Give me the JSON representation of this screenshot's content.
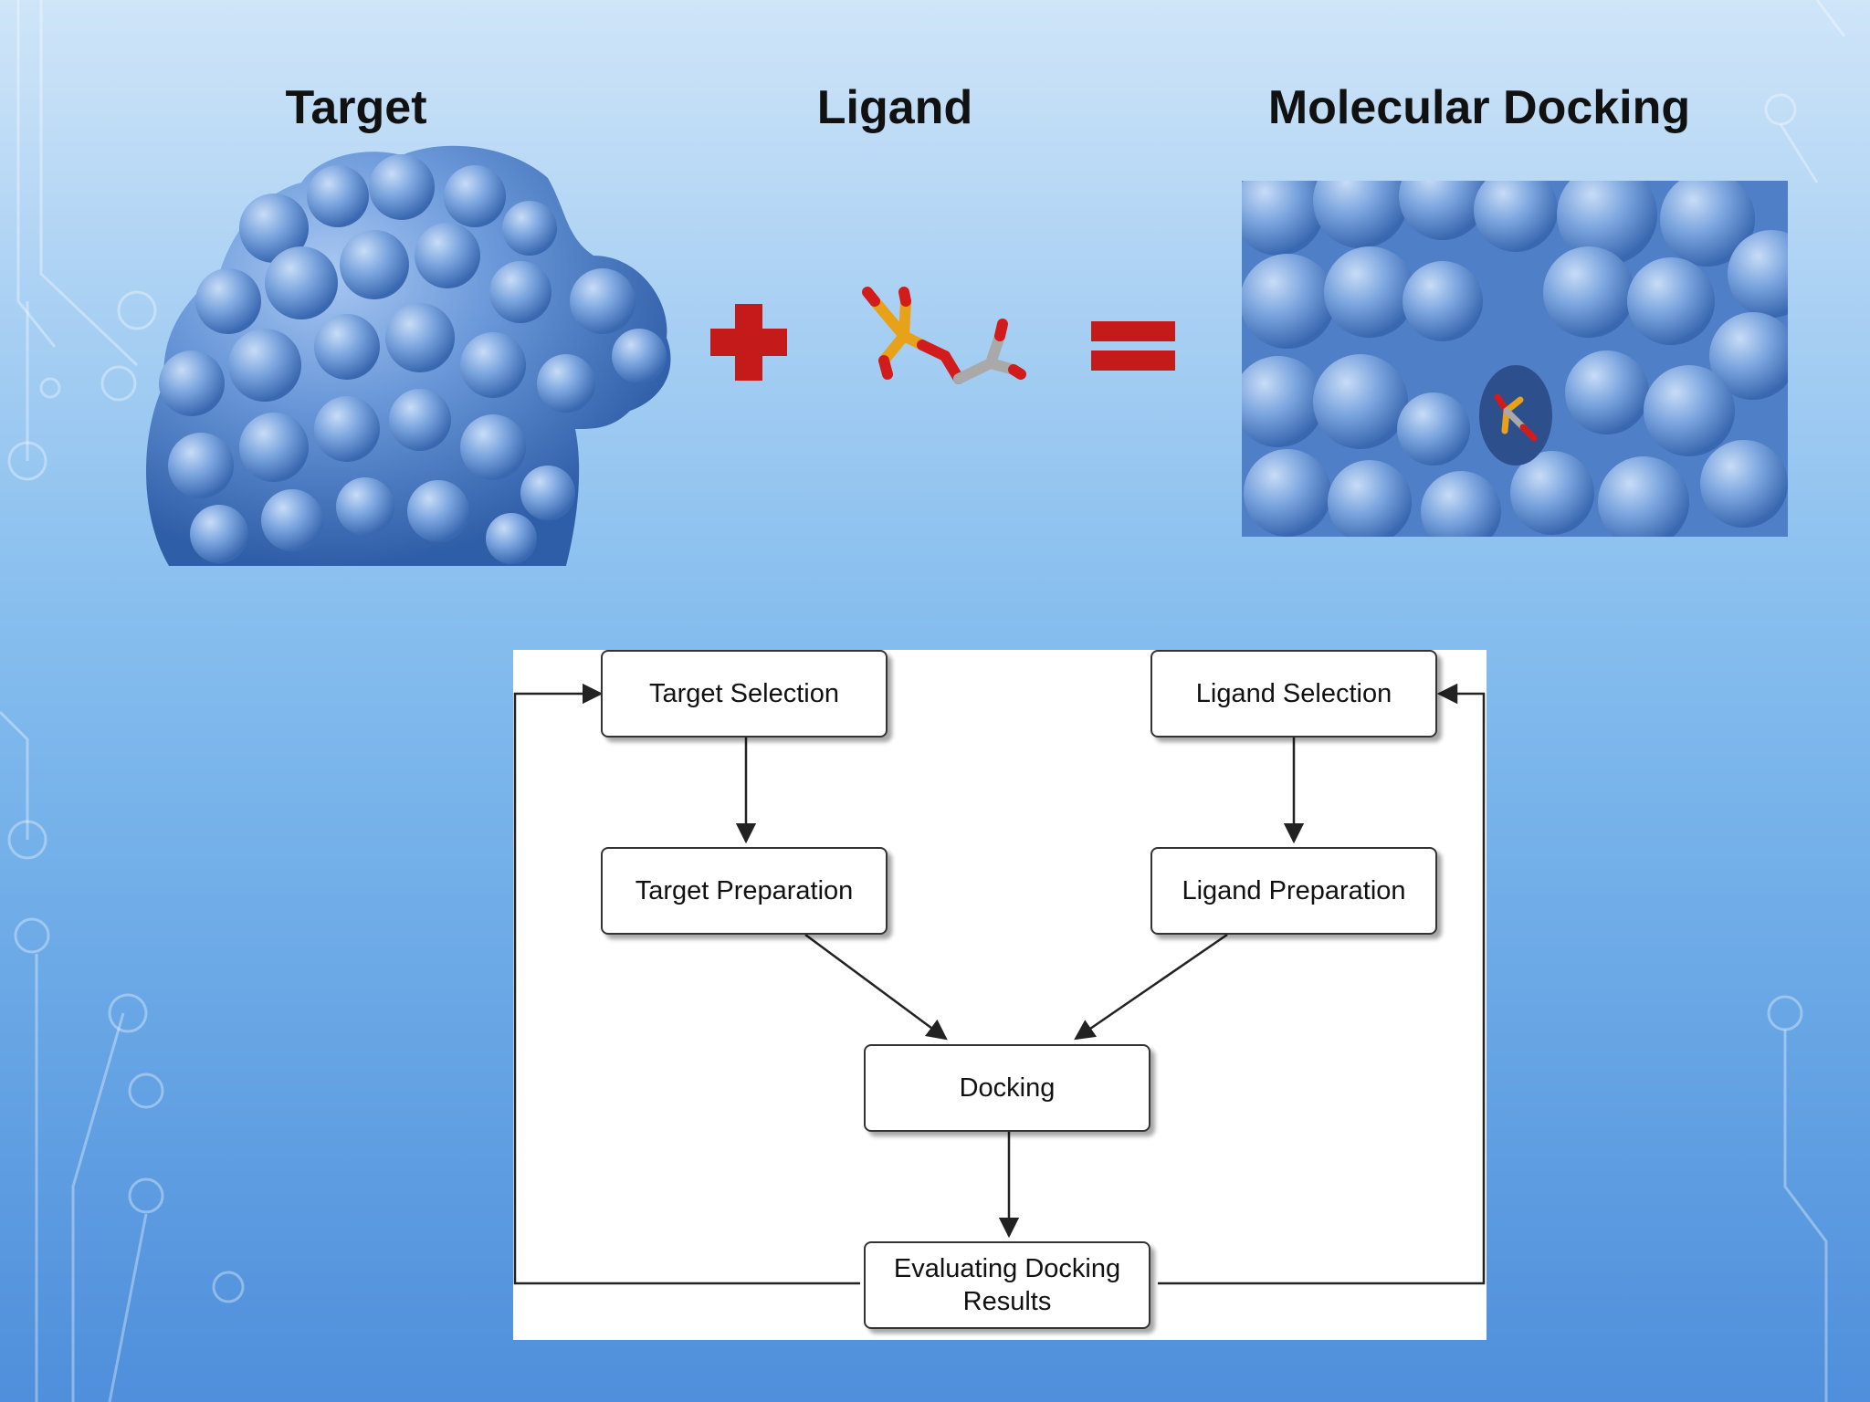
{
  "headings": {
    "target": "Target",
    "ligand": "Ligand",
    "docking": "Molecular Docking"
  },
  "flowchart": {
    "nodes": {
      "target_selection": "Target Selection",
      "ligand_selection": "Ligand Selection",
      "target_preparation": "Target Preparation",
      "ligand_preparation": "Ligand Preparation",
      "docking": "Docking",
      "evaluating_line1": "Evaluating Docking",
      "evaluating_line2": "Results"
    }
  },
  "colors": {
    "protein": "#5f8fd3",
    "plus_sign": "#c41a1a",
    "phosphorus": "#e8a21a",
    "oxygen": "#d21c1c",
    "carbon": "#a9a9a9"
  }
}
